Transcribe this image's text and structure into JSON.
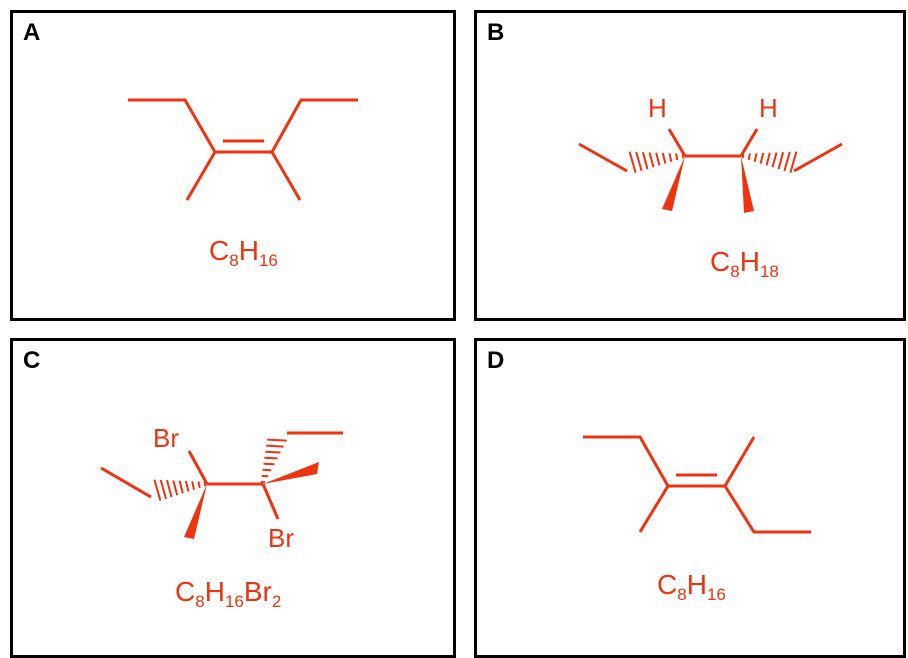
{
  "colors": {
    "structure": "#ee3311",
    "border": "#000000",
    "label": "#000000"
  },
  "panels": {
    "a": {
      "label": "A",
      "formula": {
        "elements": [
          "C",
          "H"
        ],
        "counts": [
          "8",
          "16"
        ]
      }
    },
    "b": {
      "label": "B",
      "atoms": [
        "H",
        "H"
      ],
      "formula": {
        "elements": [
          "C",
          "H"
        ],
        "counts": [
          "8",
          "18"
        ]
      }
    },
    "c": {
      "label": "C",
      "atoms": [
        "Br",
        "Br"
      ],
      "formula": {
        "elements": [
          "C",
          "H",
          "Br"
        ],
        "counts": [
          "8",
          "16",
          "2"
        ]
      }
    },
    "d": {
      "label": "D",
      "formula": {
        "elements": [
          "C",
          "H"
        ],
        "counts": [
          "8",
          "16"
        ]
      }
    }
  }
}
